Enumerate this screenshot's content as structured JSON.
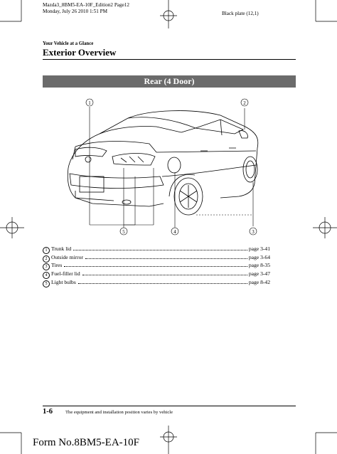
{
  "header": {
    "meta_line1": "Mazda3_8BM5-EA-10F_Edition2 Page12",
    "meta_line2": "Monday, July 26 2010 1:51 PM",
    "plate": "Black plate (12,1)"
  },
  "section_label": "Your Vehicle at a Glance",
  "page_title": "Exterior Overview",
  "banner": "Rear (4 Door)",
  "callouts": [
    "①",
    "②",
    "③",
    "④",
    "⑤"
  ],
  "items": [
    {
      "num": "1",
      "label": "Trunk lid",
      "ref": "page 3-41"
    },
    {
      "num": "2",
      "label": "Outside mirror",
      "ref": "page 3-64"
    },
    {
      "num": "3",
      "label": "Tires",
      "ref": "page 8-35"
    },
    {
      "num": "4",
      "label": "Fuel-filler lid",
      "ref": "page 3-47"
    },
    {
      "num": "5",
      "label": "Light bulbs",
      "ref": "page 8-42"
    }
  ],
  "footer": {
    "page_number": "1-6",
    "footnote": "The equipment and installation position varies by vehicle",
    "form_no": "Form No.8BM5-EA-10F"
  }
}
